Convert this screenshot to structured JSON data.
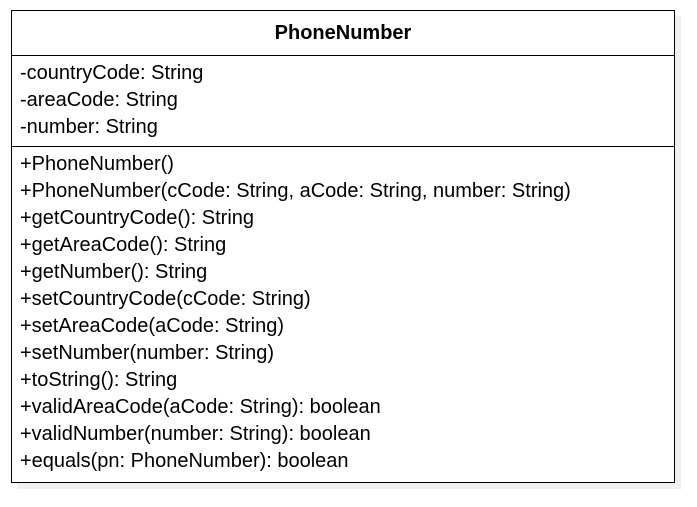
{
  "class": {
    "name": "PhoneNumber",
    "attributes": [
      "-countryCode: String",
      "-areaCode: String",
      "-number: String"
    ],
    "operations": [
      "+PhoneNumber()",
      "+PhoneNumber(cCode: String, aCode: String, number: String)",
      "+getCountryCode(): String",
      "+getAreaCode(): String",
      "+getNumber(): String",
      "+setCountryCode(cCode: String)",
      "+setAreaCode(aCode: String)",
      "+setNumber(number: String)",
      "+toString(): String",
      "+validAreaCode(aCode: String): boolean",
      "+validNumber(number: String): boolean",
      "+equals(pn: PhoneNumber): boolean"
    ]
  },
  "colors": {
    "border": "#000000",
    "background": "#ffffff",
    "shadow": "#f0f0f0",
    "text": "#000000"
  }
}
